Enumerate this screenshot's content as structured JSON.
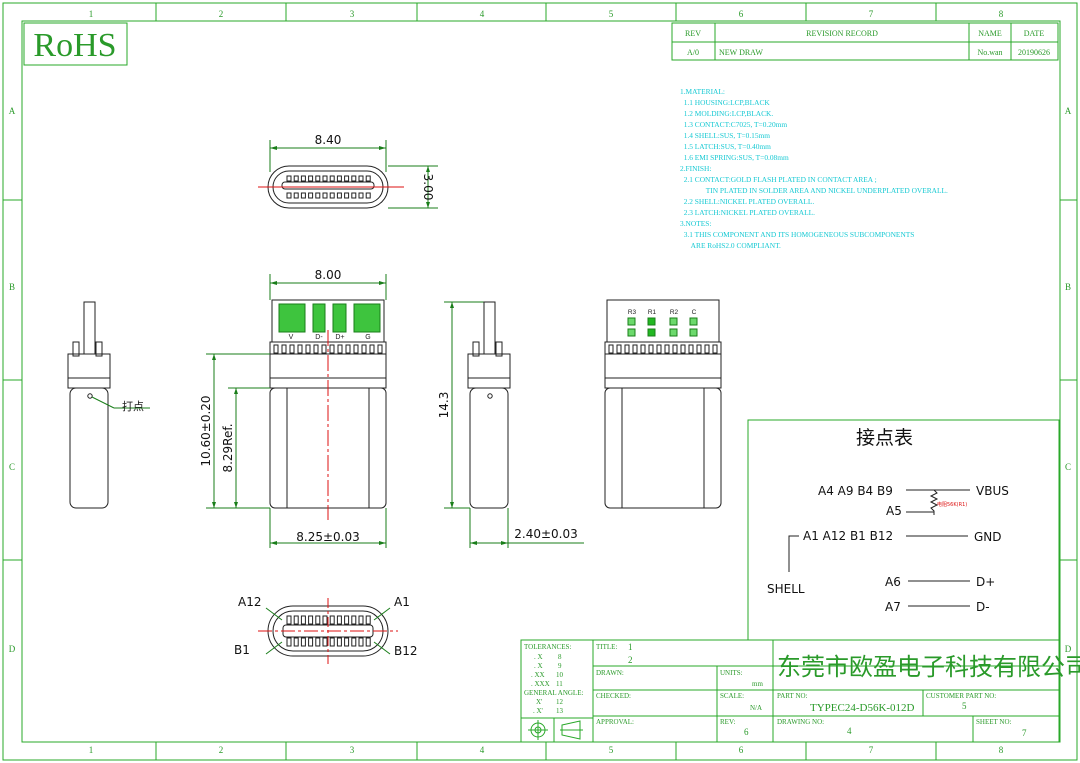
{
  "rohs": "RoHS",
  "border": {
    "cols": [
      "1",
      "2",
      "3",
      "4",
      "5",
      "6",
      "7",
      "8"
    ],
    "rows": [
      "A",
      "B",
      "C",
      "D"
    ]
  },
  "revision": {
    "headers": {
      "rev": "REV",
      "record": "REVISION RECORD",
      "name": "NAME",
      "date": "DATE"
    },
    "row": {
      "rev": "A/0",
      "record": "NEW DRAW",
      "name": "No.wan",
      "date": "20190626"
    }
  },
  "notes": [
    "1.MATERIAL:",
    "  1.1 HOUSING:LCP,BLACK",
    "  1.2 MOLDING:LCP,BLACK.",
    "  1.3 CONTACT:C7025, T=0.20mm",
    "  1.4 SHELL:SUS, T=0.15mm",
    "  1.5 LATCH:SUS, T=0.40mm",
    "  1.6 EMI SPRING:SUS, T=0.08mm",
    "2.FINISH:",
    "  2.1 CONTACT:GOLD FLASH PLATED IN CONTACT AREA ;",
    "              TIN PLATED IN SOLDER AREA AND NICKEL UNDERPLATED OVERALL.",
    "  2.2 SHELL:NICKEL PLATED OVERALL.",
    "  2.3 LATCH:NICKEL PLATED OVERALL.",
    "3.NOTES:",
    "  3.1 THIS COMPONENT AND ITS HOMOGENEOUS SUBCOMPONENTS",
    "      ARE RoHS2.0 COMPLIANT."
  ],
  "dims": {
    "top_width": "8.40",
    "top_height": "3.00",
    "front_width": "8.00",
    "height_total": "10.60±0.20",
    "height_ref": "8.29Ref.",
    "bottom_width": "8.25±0.03",
    "side_height": "14.3",
    "side_thickness": "2.40±0.03"
  },
  "labels": {
    "punch_point": "打点",
    "pads_front": [
      "V",
      "D-",
      "D+",
      "G"
    ],
    "pads_rear": [
      "R3",
      "R1",
      "R2",
      "C"
    ],
    "pins": {
      "a12": "A12",
      "a1": "A1",
      "b1": "B1",
      "b12": "B12"
    }
  },
  "contact_table": {
    "title": "接点表",
    "vbus_pins": "A4 A9 B4 B9",
    "vbus": "VBUS",
    "a5": "A5",
    "resistor": "电阻56K(R1)",
    "gnd_pins": "A1 A12 B1 B12",
    "gnd": "GND",
    "shell": "SHELL",
    "a6": "A6",
    "dplus": "D+",
    "a7": "A7",
    "dminus": "D-"
  },
  "title_block": {
    "tolerances_label": "TOLERANCES:",
    "tol": [
      {
        "k": ". X",
        "v": "8"
      },
      {
        "k": ". X",
        "v": "9"
      },
      {
        "k": ". XX",
        "v": "10"
      },
      {
        "k": ". XXX",
        "v": "11"
      }
    ],
    "angle_label": "GENERAL ANGLE:",
    "angle": [
      {
        "k": "X'",
        "v": "12"
      },
      {
        "k": ". X'",
        "v": "13"
      }
    ],
    "title_label": "TITLE:",
    "title1": "1",
    "title2": "2",
    "company": "东莞市欧盈电子科技有限公司",
    "drawn_label": "DRAWN:",
    "units_label": "UNITS:",
    "units_value": "mm",
    "checked_label": "CHECKED:",
    "scale_label": "SCALE:",
    "scale_value": "N/A",
    "part_no_label": "PART NO:",
    "part_no": "TYPEC24-D56K-012D",
    "customer_label": "CUSTOMER PART NO:",
    "customer_value": "5",
    "approval_label": "APPROVAL:",
    "rev_label": "REV:",
    "rev_value": "6",
    "drawing_no_label": "DRAWING NO:",
    "drawing_no": "4",
    "sheet_label": "SHEET NO:",
    "sheet_value": "7"
  }
}
